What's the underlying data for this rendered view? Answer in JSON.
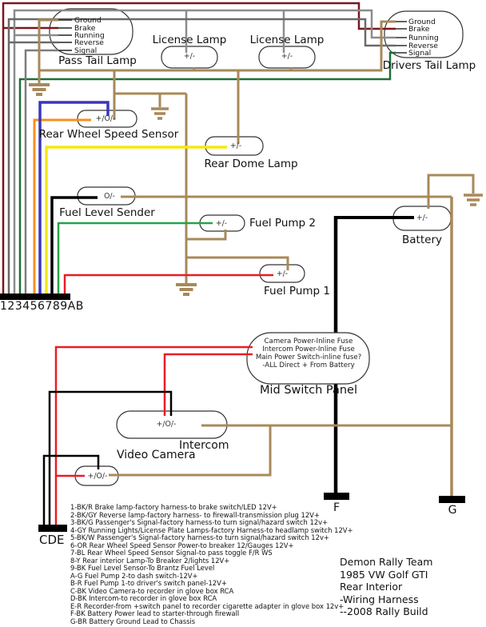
{
  "components": {
    "pass_tail_lamp": {
      "label": "Pass Tail Lamp",
      "pins": [
        "Ground",
        "Brake",
        "Running",
        "Reverse",
        "Signal"
      ]
    },
    "license_lamp_1": {
      "label": "License Lamp",
      "terminal": "+/-"
    },
    "license_lamp_2": {
      "label": "License Lamp",
      "terminal": "+/-"
    },
    "drivers_tail_lamp": {
      "label": "Drivers Tail Lamp",
      "pins": [
        "Ground",
        "Brake",
        "Running",
        "Reverse",
        "Signal"
      ]
    },
    "rear_wheel_speed_sensor": {
      "label": "Rear Wheel Speed Sensor",
      "terminal": "+/O/-"
    },
    "rear_dome_lamp": {
      "label": "Rear Dome Lamp",
      "terminal": "+/-"
    },
    "fuel_level_sender": {
      "label": "Fuel Level Sender",
      "terminal": "O/-"
    },
    "fuel_pump_2": {
      "label": "Fuel Pump 2",
      "terminal": "+/-"
    },
    "fuel_pump_1": {
      "label": "Fuel Pump 1",
      "terminal": "+/-"
    },
    "battery": {
      "label": "Battery",
      "terminal": "+/-"
    },
    "mid_switch_panel": {
      "label": "Mid Switch Panel",
      "notes": [
        "Camera Power-Inline Fuse",
        "Intercom Power-Inline Fuse",
        "Main Power Switch-inline fuse?",
        "-ALL Direct + From Battery"
      ]
    },
    "intercom": {
      "label": "Intercom",
      "terminal": "+/O/-"
    },
    "video_camera": {
      "label": "Video Camera",
      "terminal": "+/O/-"
    }
  },
  "connectors": {
    "main_harness": "123456789AB",
    "cde": "CDE",
    "f": "F",
    "g": "G"
  },
  "legend": {
    "lines": [
      "1-BK/R Brake lamp-factory harness-to brake switch/LED 12V+",
      "2-BK/GY Reverse lamp-factory harness- to firewall-transmission plug 12V+",
      "3-BK/G Passenger's Signal-factory harness-to turn signal/hazard switch 12v+",
      "4-GY Running Lights/License Plate Lamps-factory Harness-to headlamp switch 12V+",
      "5-BK/W Passenger's Signal-factory harness-to turn signal/hazard switch 12v+",
      "6-OR Rear Wheel Speed Sensor Power-to breaker 12/Gauges 12V+",
      "7-BL Rear Wheel Speed Sensor Signal-to pass toggle F/R WS",
      "8-Y Rear interior Lamp-To Breaker 2/lights 12V+",
      "9-BK Fuel Level Sensor-To Brantz Fuel Level",
      "A-G Fuel Pump 2-to dash switch-12V+",
      "B-R Fuel Pump 1-to driver's switch panel-12V+",
      "C-BK Video Camera-to recorder in glove box RCA",
      "D-BK Intercom-to recorder in glove box RCA",
      "E-R Recorder-from +switch panel to recorder cigarette adapter in glove box 12v+",
      "F-BK Battery Power lead to starter-through firewall",
      "G-BR Battery Ground Lead to Chassis"
    ]
  },
  "title_block": {
    "lines": [
      "Demon Rally Team",
      "1985 VW Golf GTI",
      "Rear Interior",
      "-Wiring Harness",
      "--2008 Rally Build"
    ]
  },
  "wire_colors": {
    "tan_ground": "#a8895a",
    "maroon_brake": "#7c161d",
    "red_power": "#ea1c24",
    "gray_running": "#8c8c8c",
    "dark_gray_reverse": "#6a6a6a",
    "green_signal": "#206e38",
    "green_pump": "#25a348",
    "orange_sensor_power": "#f78f1e",
    "blue_sensor_signal": "#3a36bb",
    "yellow_dome": "#f5e90f",
    "black": "#000000"
  }
}
